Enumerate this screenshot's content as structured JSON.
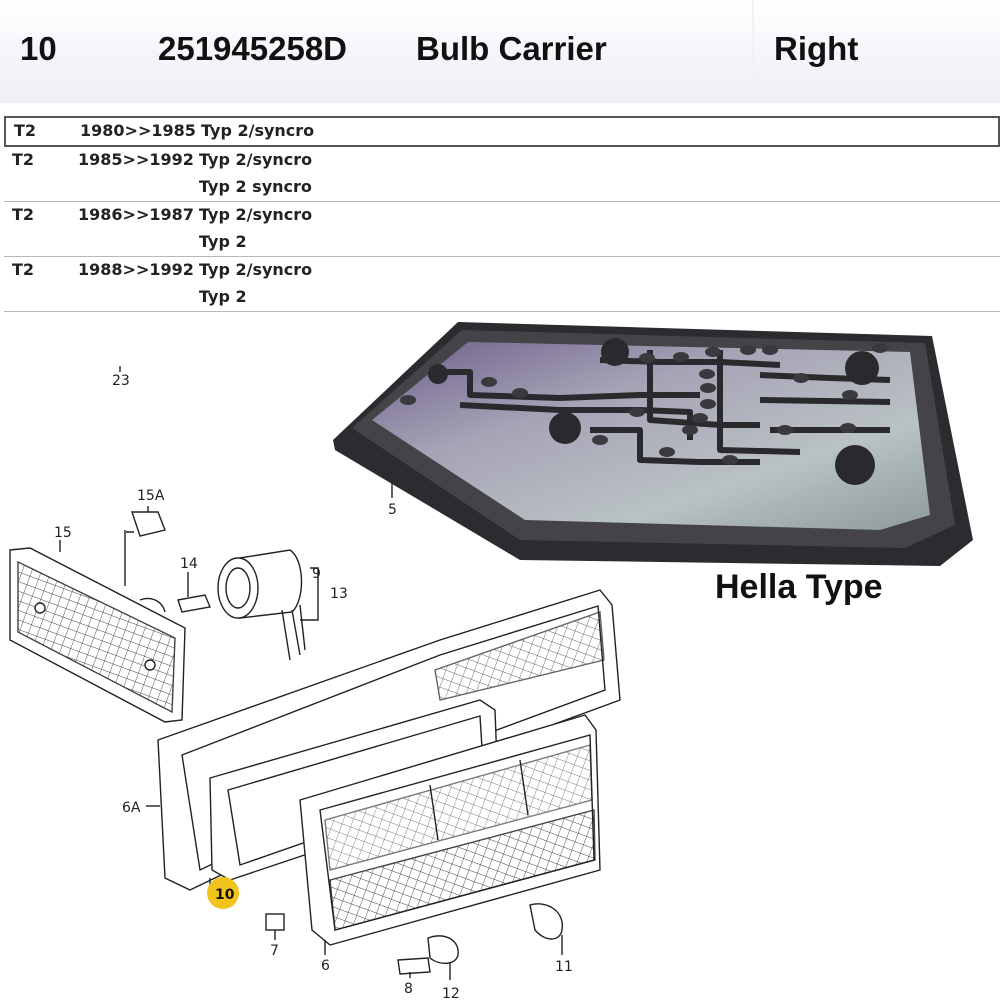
{
  "header": {
    "position": "10",
    "part_number": "251945258D",
    "part_name": "Bulb Carrier",
    "side": "Right"
  },
  "applications": [
    {
      "rows": [
        {
          "model": "T2",
          "years": "1980>>1985",
          "type": "Typ 2/syncro"
        }
      ]
    },
    {
      "rows": [
        {
          "model": "T2",
          "years": "1985>>1992",
          "type": "Typ 2/syncro"
        },
        {
          "model": "",
          "years": "",
          "type": "Typ 2 syncro"
        }
      ]
    },
    {
      "rows": [
        {
          "model": "T2",
          "years": "1986>>1987",
          "type": "Typ 2/syncro"
        },
        {
          "model": "",
          "years": "",
          "type": "Typ 2"
        }
      ]
    },
    {
      "rows": [
        {
          "model": "T2",
          "years": "1988>>1992",
          "type": "Typ 2/syncro"
        },
        {
          "model": "",
          "years": "",
          "type": "Typ 2"
        }
      ]
    }
  ],
  "photo_caption": "Hella Type",
  "callouts": {
    "c23": "23",
    "c15a": "15A",
    "c15": "15",
    "c14": "14",
    "c9": "9",
    "c13": "13",
    "c5": "5",
    "c6a": "6A",
    "c10": "10",
    "c7": "7",
    "c6": "6",
    "c8": "8",
    "c12": "12",
    "c11": "11"
  },
  "colors": {
    "highlight": "#f3c31d",
    "frame": "#555555"
  }
}
